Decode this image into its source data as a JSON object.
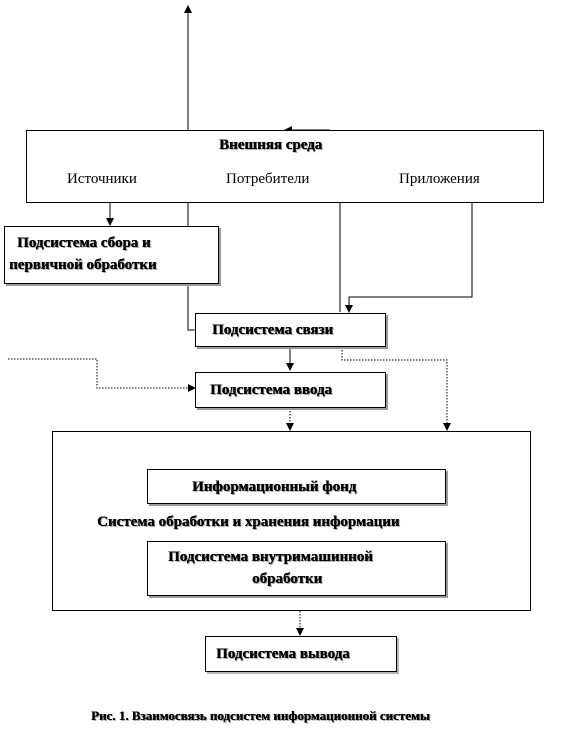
{
  "diagram": {
    "external_env": {
      "title": "Внешняя среда",
      "sources": "Источники",
      "consumers": "Потребители",
      "applications": "Приложения"
    },
    "collection": {
      "line1": "Подсистема сбора и",
      "line2": "первичной обработки"
    },
    "communication": {
      "label": "Подсистема связи"
    },
    "input": {
      "label": "Подсистема ввода"
    },
    "processing_system": {
      "label": "Система обработки и хранения информации",
      "info_fund": "Информационный фонд",
      "internal": {
        "line1": "Подсистема внутримашинной",
        "line2": "обработки"
      }
    },
    "output": {
      "label": "Подсистема вывода"
    },
    "caption": "Рис. 1. Взаимосвязь подсистем информационной системы"
  }
}
